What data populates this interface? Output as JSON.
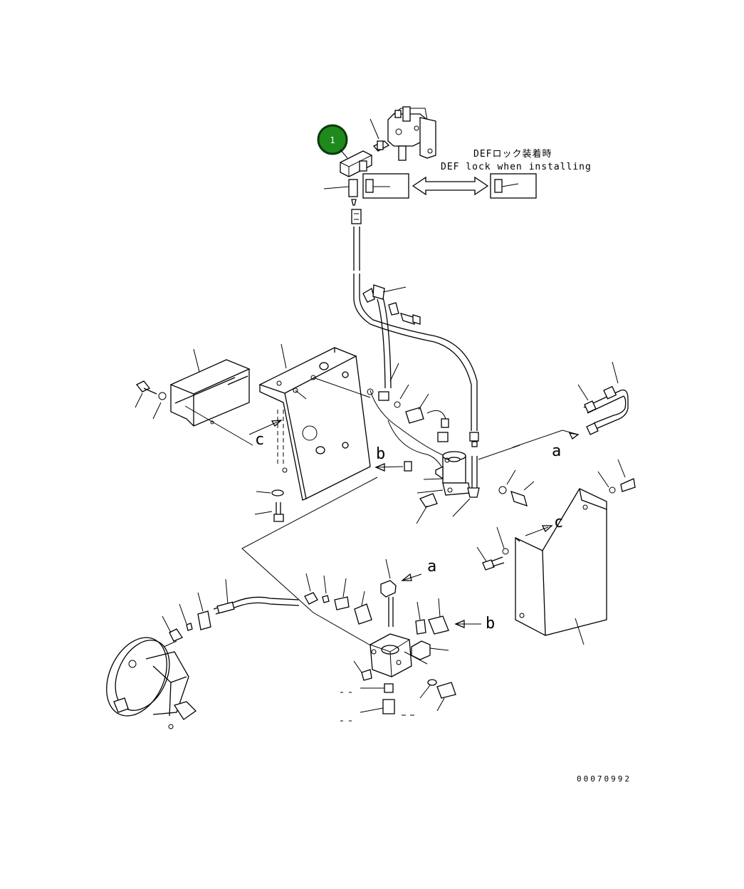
{
  "callout": {
    "number": "1",
    "color": "#1e8a1e",
    "ring": "#0a3a0a"
  },
  "note": {
    "jp": "DEFロック装着時",
    "en": "DEF lock when installing"
  },
  "labels": {
    "a": "a",
    "b": "b",
    "c": "c"
  },
  "drawing_code": "00070992"
}
